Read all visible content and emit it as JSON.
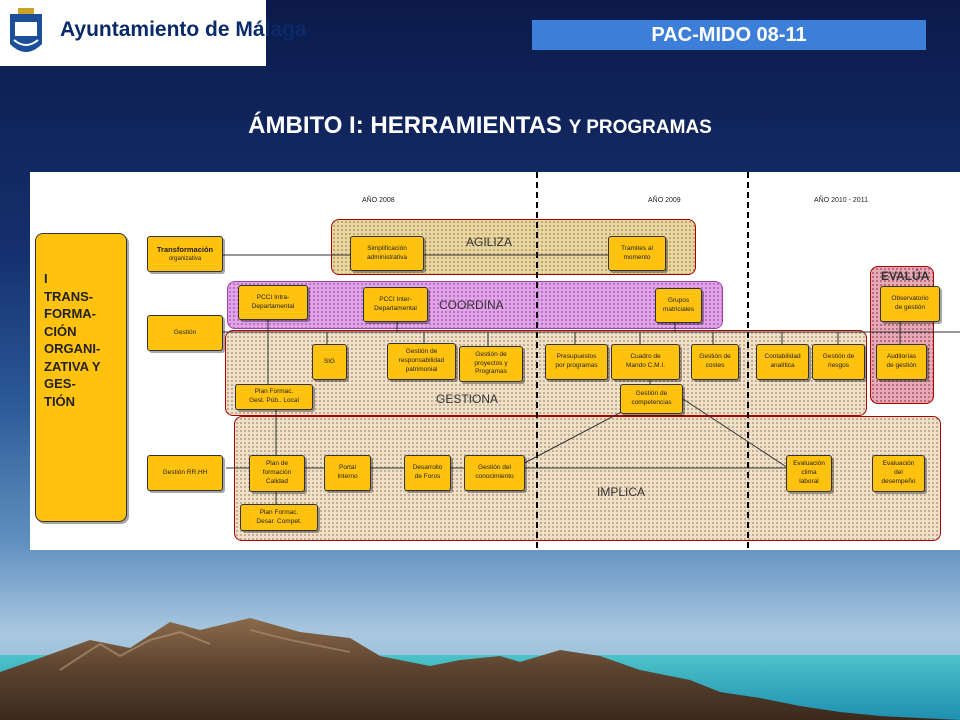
{
  "header": {
    "logo_name": "Ayuntamiento de Málaga",
    "program": "PAC-MIDO 08-11"
  },
  "title": {
    "main": "ÁMBITO I: HERRAMIENTAS",
    "small": "Y PROGRAMAS"
  },
  "years": [
    "AÑO 2008",
    "AÑO 2009",
    "AÑO 2010  - 2011"
  ],
  "zones": {
    "agiliza": "AGILIZA",
    "coordina": "COORDINA",
    "gestiona": "GESTIONA",
    "implica": "IMPLICA",
    "evalua": "EVALÚA"
  },
  "left_box": "I\nTRANS-\nFORMA-\nCIÓN\nORGANI-\nZATIVA Y\nGES-\nTIÓN",
  "nodes": {
    "transformacion": "Transformación",
    "transformacion_sub": "organizativa",
    "gestion": "Gestión",
    "gestion_rrhh": "Gestión RR.HH",
    "simplificacion": "Simplificación\nadministrativa",
    "tramites": "Tramites al\nmomento",
    "pcci_intra": "PCCI Intra-\nDepartamental",
    "pcci_inter": "PCCI Inter-\nDepartamental",
    "grupos": "Grupos\nmatriciales",
    "observatorio": "Observatorio\nde gestión",
    "sig": "SIG",
    "resp_patrimonial": "Gestión de\nresponsabilidad\npatrimonial",
    "proyectos": "Gestión de\nproyectos y\nProgramas",
    "presupuestos": "Presupuestos\npor programas",
    "cuadro_mando": "Cuadro de\nMando C.M.I.",
    "costes": "Gestión de\ncostes",
    "contabilidad": "Contabilidad\nanalítica",
    "riesgos": "Gestión de\nriesgos",
    "auditorias": "Auditorías\nde gestión",
    "plan_formac_gest": "Plan Formac.\nGest. Púb.. Local",
    "competencias": "Gestión de\ncompetencias",
    "plan_formacion_calidad": "Plan de\nformación\nCalidad",
    "portal": "Portal\nInterno",
    "foros": "Desarrollo\nde Foros",
    "conocimiento": "Gestión del\nconocimiento",
    "clima": "Evaluación\nclima\nlaboral",
    "desempeno": "Evaluación\ndel\ndesempeño",
    "plan_formac_desar": "Plan Formac.\nDesar. Compet."
  },
  "colors": {
    "node": "#ffc20e",
    "program_bar": "#3d7fd8",
    "zone_border": "#aa0000"
  }
}
